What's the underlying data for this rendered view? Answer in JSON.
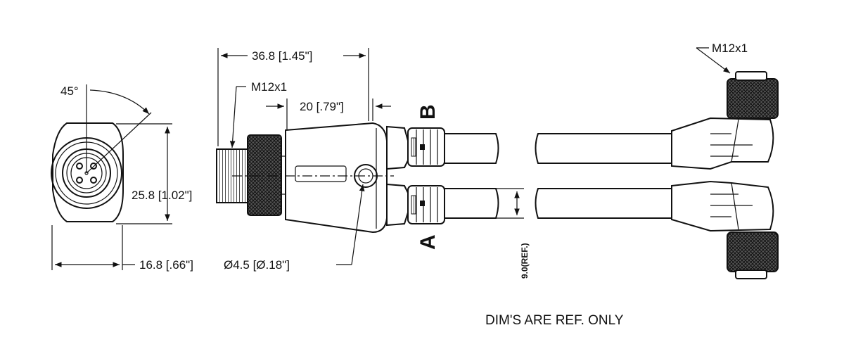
{
  "labels": {
    "angle": "45°",
    "height": "25.8 [1.02\"]",
    "width": "16.8 [.66\"]",
    "length": "36.8 [1.45\"]",
    "thread_left": "M12x1",
    "offset": "20 [.79\"]",
    "port_b": "B",
    "port_a": "A",
    "hole": "Ø4.5 [Ø.18\"]",
    "ref": "9.0(REF.)",
    "thread_right": "M12x1",
    "note": "DIM'S ARE REF. ONLY"
  },
  "colors": {
    "line": "#111111",
    "background": "#ffffff",
    "knurl": "#333333"
  }
}
